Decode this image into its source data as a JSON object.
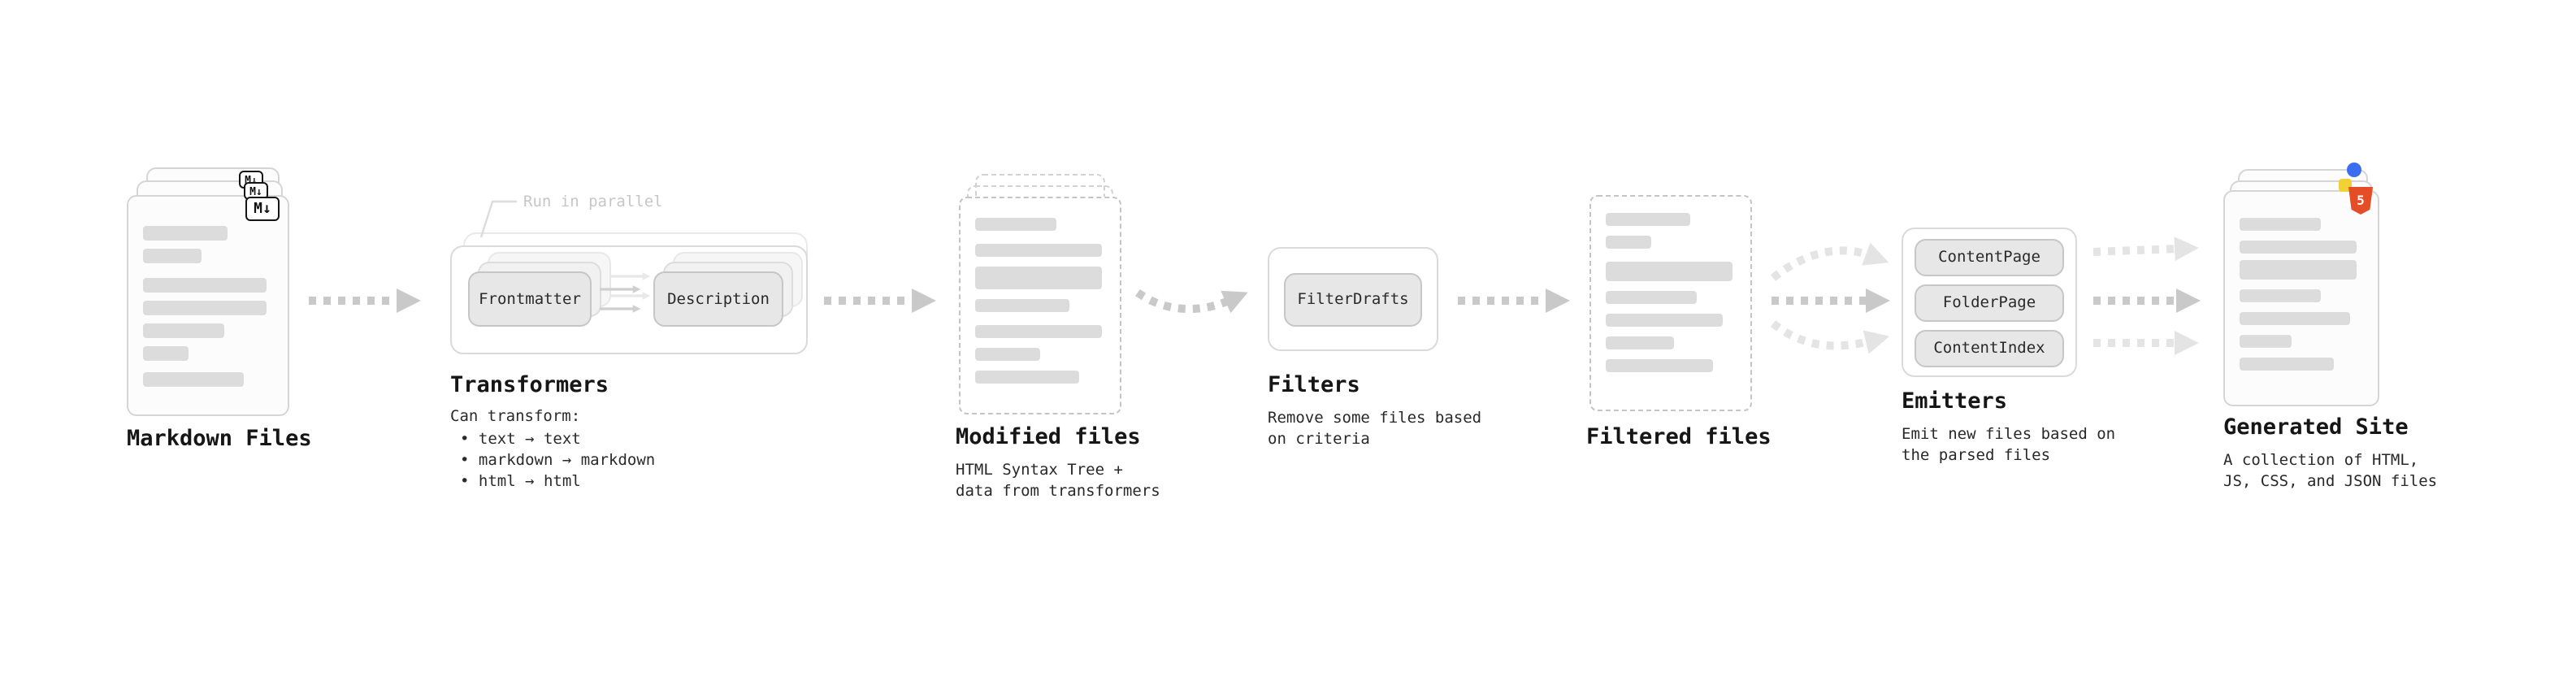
{
  "pipeline": {
    "markdown_files": {
      "label": "Markdown Files",
      "badge": "M↓"
    },
    "transformers": {
      "annotation": "Run in parallel",
      "boxes": [
        "Frontmatter",
        "Description"
      ],
      "label": "Transformers",
      "sub_title": "Can transform:",
      "bullets": [
        "• text → text",
        "• markdown → markdown",
        "• html → html"
      ]
    },
    "modified_files": {
      "label": "Modified files",
      "sublabel": "HTML Syntax Tree +\ndata from transformers"
    },
    "filters": {
      "boxes": [
        "FilterDrafts"
      ],
      "label": "Filters",
      "sublabel": "Remove some files based\non criteria"
    },
    "filtered_files": {
      "label": "Filtered files"
    },
    "emitters": {
      "boxes": [
        "ContentPage",
        "FolderPage",
        "ContentIndex"
      ],
      "label": "Emitters",
      "sublabel": "Emit new files based on\nthe parsed files"
    },
    "generated_site": {
      "label": "Generated Site",
      "badge": "5",
      "sublabel": "A collection of HTML,\nJS, CSS, and JSON files"
    }
  },
  "colors": {
    "arrow": "#c9c9c9",
    "arrow_faint": "#e4e4e4",
    "card_border": "#d5d5d5",
    "dashed_border": "#c4c4c4",
    "placeholder_line": "#dcdcdc",
    "chip_bg": "#e7e7e7",
    "chip_border": "#c6c6c6",
    "heading_text": "#161616",
    "muted_text": "#c6c6c6",
    "html5_orange": "#e44d26",
    "css_blue": "#3a6df0",
    "js_yellow": "#f2d136"
  }
}
